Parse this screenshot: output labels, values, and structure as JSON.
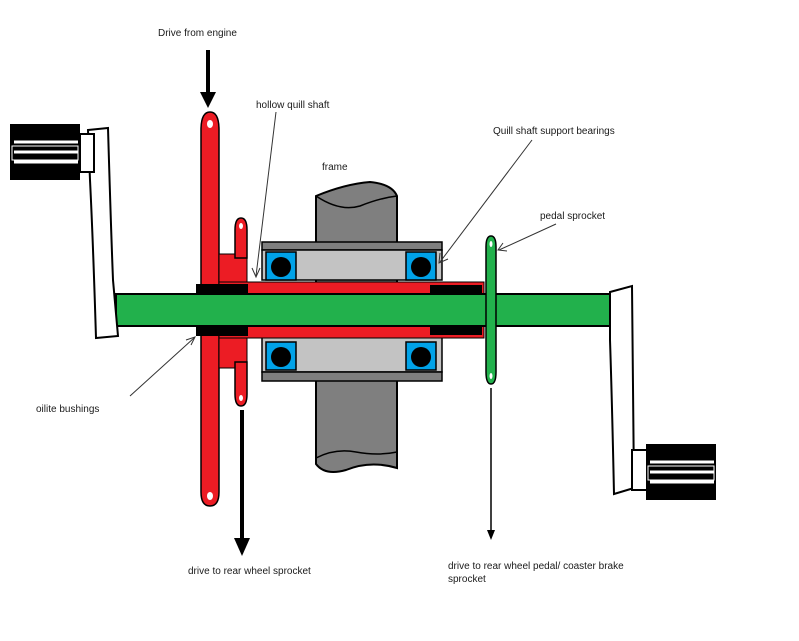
{
  "labels": {
    "drive_from_engine": "Drive from engine",
    "hollow_quill_shaft": "hollow quill shaft",
    "quill_shaft_support_bearings": "Quill shaft support bearings",
    "frame": "frame",
    "pedal_sprocket": "pedal sprocket",
    "oilite_bushings": "oilite bushings",
    "drive_to_rear_wheel_sprocket": "drive to rear wheel sprocket",
    "drive_to_rear_wheel_pedal_line1": "drive to rear wheel pedal/ coaster brake",
    "drive_to_rear_wheel_pedal_line2": "sprocket"
  },
  "colors": {
    "quill": "#ec1c24",
    "axle": "#22b14c",
    "frame": "#7f7f7f",
    "bearing_race": "#c3c3c3",
    "bearing_seal": "#00a2e8",
    "bushing": "#000000"
  }
}
